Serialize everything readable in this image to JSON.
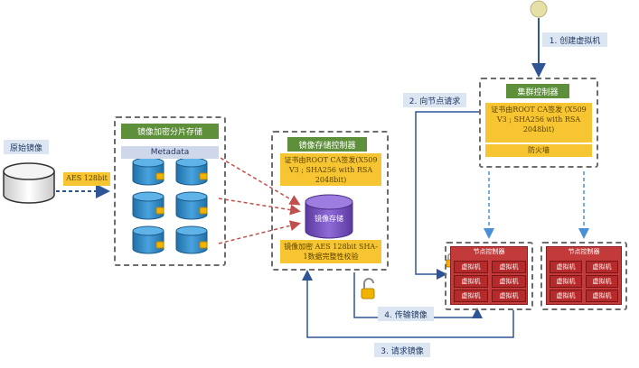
{
  "source_image": {
    "label": "原始镜像",
    "aes_tag": "AES 128bit"
  },
  "encrypt_store": {
    "title": "镜像加密分片存储",
    "metadata": "Metadata"
  },
  "storage_controller": {
    "title": "镜像存储控制器",
    "cert": "证书由ROOT CA签发(X509 V3 ; SHA256 with RSA 2048bit)",
    "db_label": "镜像存储",
    "encrypt_note": "镜像加密 AES 128bit SHA-1数据完整性校验"
  },
  "cluster_controller": {
    "title": "集群控制器",
    "cert": "证书由ROOT CA签发 (X509 V3 ; SHA256 with RSA 2048bit)",
    "firewall": "防火墙"
  },
  "node_a": {
    "title": "节点控制器",
    "vms": [
      "虚拟机",
      "虚拟机",
      "虚拟机",
      "虚拟机",
      "虚拟机",
      "虚拟机"
    ]
  },
  "node_b": {
    "title": "节点控制器",
    "vms": [
      "虚拟机",
      "虚拟机",
      "虚拟机",
      "虚拟机",
      "虚拟机",
      "虚拟机"
    ]
  },
  "steps": {
    "s1": "1. 创建虚拟机",
    "s2": "2. 向节点请求",
    "s3": "3. 请求镜像",
    "s4": "4. 传输镜像"
  },
  "colors": {
    "header_green": "#5e8f3a",
    "cert_yellow": "#f7c531",
    "vm_red": "#b52a2a",
    "cylinder_blue": "#2e86c1",
    "arrow_blue": "#2f5597",
    "arrow_red": "#c0504d"
  }
}
